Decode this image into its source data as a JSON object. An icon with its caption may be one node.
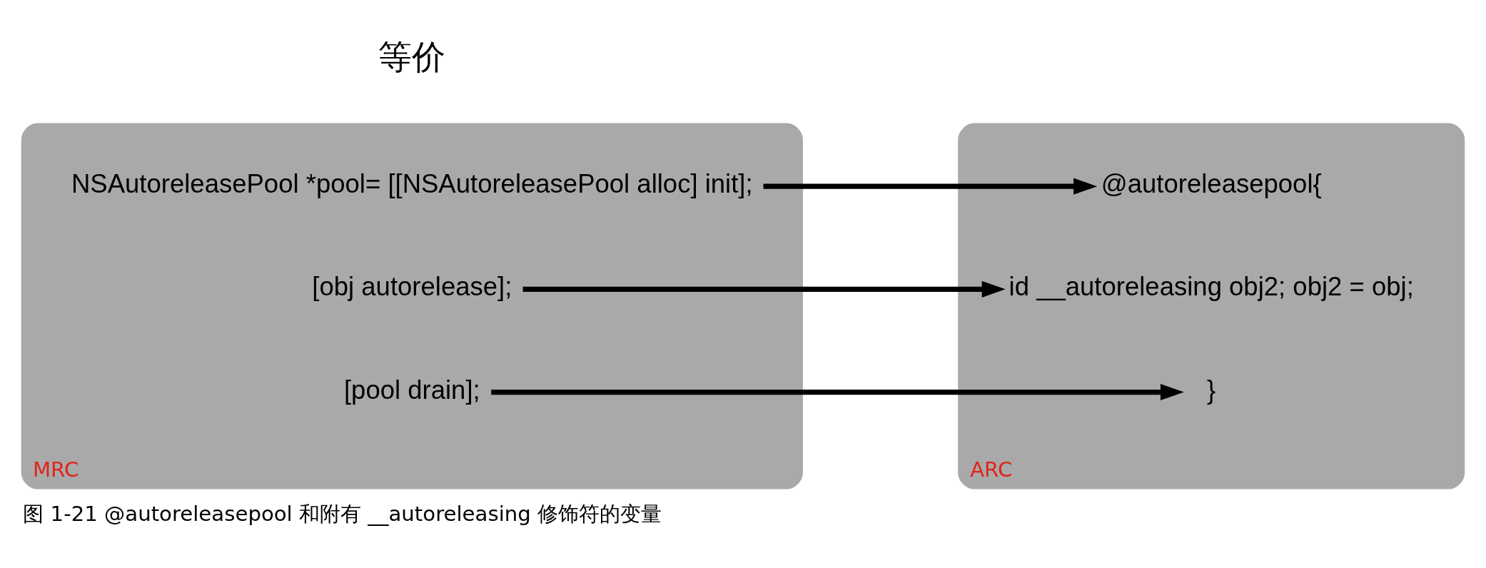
{
  "diagram": {
    "caption": "图 1-21 @autoreleasepool 和附有 __autoreleasing 修饰符的变量",
    "nodes": [
      {
        "text": [
          "MRC"
        ]
      },
      {
        "text": [
          "NSAutoreleasePool *pool= [[NSAutoreleasePool alloc] init];"
        ],
        "in": 0
      },
      {
        "text": [
          "[obj autorelease];"
        ],
        "in": 0
      },
      {
        "text": [
          "[pool drain];"
        ],
        "in": 0
      },
      {
        "text": [
          "ARC"
        ]
      },
      {
        "text": [
          "@autoreleasepool{"
        ],
        "in": 4
      },
      {
        "text": [
          "id __autoreleasing obj2; obj2 = obj;"
        ],
        "in": 4
      },
      {
        "text": [
          "}"
        ],
        "in": 4
      }
    ],
    "edges": [
      {
        "from": 1,
        "to": 5,
        "arrow": "to"
      },
      {
        "from": 2,
        "to": 6,
        "arrow": "to"
      },
      {
        "from": 3,
        "to": 7,
        "arrow": "to"
      }
    ],
    "labels": [
      "等价"
    ]
  }
}
